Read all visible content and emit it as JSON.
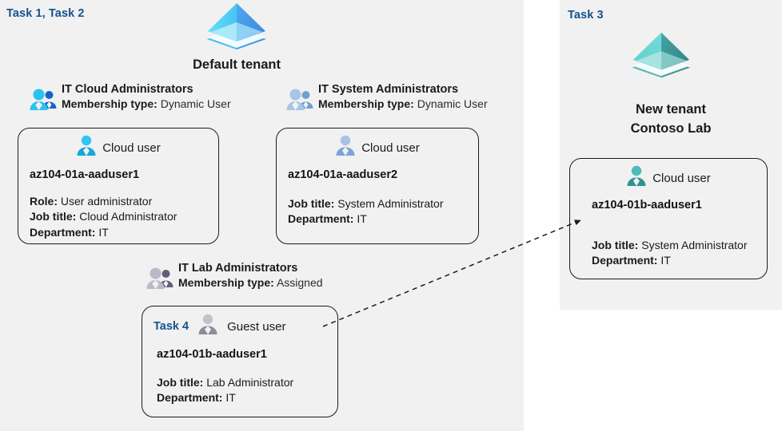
{
  "panels": {
    "left": {
      "task_label": "Task 1, Task 2"
    },
    "right": {
      "task_label": "Task 3"
    }
  },
  "tenants": [
    {
      "id": "default-tenant",
      "title": "Default tenant",
      "icon": "tenant-pyramid-icon",
      "colors": {
        "light": "#5ad8f7",
        "mid": "#4aa8ef",
        "dark": "#3b8ee0",
        "pale": "#a8e6f9"
      }
    },
    {
      "id": "new-tenant",
      "title_line1": "New  tenant",
      "title_line2": "Contoso Lab",
      "icon": "tenant-pyramid-icon",
      "colors": {
        "light": "#5ec9c6",
        "mid": "#3f9c9b",
        "dark": "#2f8180",
        "pale": "#9fdedd"
      }
    }
  ],
  "groups": [
    {
      "id": "it-cloud-administrators",
      "name": "IT Cloud Administrators",
      "membership_label": "Membership type:",
      "membership_value": "Dynamic User",
      "icon": "group-users-icon",
      "icon_colors": {
        "front": "#29c3ee",
        "back": "#1565c0"
      }
    },
    {
      "id": "it-system-administrators",
      "name": "IT System Administrators",
      "membership_label": "Membership type:",
      "membership_value": "Dynamic User",
      "icon": "group-users-icon",
      "icon_colors": {
        "front": "#a8c4e6",
        "back": "#6f9fd4"
      }
    },
    {
      "id": "it-lab-administrators",
      "name": "IT Lab Administrators",
      "membership_label": "Membership type:",
      "membership_value": "Assigned",
      "icon": "group-users-icon",
      "icon_colors": {
        "front": "#b9b9c8",
        "back": "#5f5f7a"
      }
    }
  ],
  "cards": [
    {
      "id": "card-aaduser1-a",
      "user_kind": "Cloud user",
      "icon": "cloud-user-icon",
      "icon_color_top": "#2fc6ef",
      "icon_color_bottom": "#12a9d8",
      "upn": "az104-01a-aaduser1",
      "inline_task": "",
      "attrs": [
        {
          "label": "Role:",
          "value": "User administrator"
        },
        {
          "label": "Job title:",
          "value": "Cloud Administrator"
        },
        {
          "label": "Department:",
          "value": "IT"
        }
      ]
    },
    {
      "id": "card-aaduser2-a",
      "user_kind": "Cloud user",
      "icon": "cloud-user-icon",
      "icon_color_top": "#a7c3e4",
      "icon_color_bottom": "#7ba4d6",
      "upn": "az104-01a-aaduser2",
      "inline_task": "",
      "attrs": [
        {
          "label": "Job title:",
          "value": "System Administrator"
        },
        {
          "label": "Department:",
          "value": "IT"
        }
      ]
    },
    {
      "id": "card-aaduser1-b-guest",
      "user_kind": "Guest user",
      "icon": "guest-user-icon",
      "icon_color_top": "#c2c2cc",
      "icon_color_bottom": "#8c8c9e",
      "upn": "az104-01b-aaduser1",
      "inline_task": "Task 4",
      "attrs": [
        {
          "label": "Job title:",
          "value": "Lab Administrator"
        },
        {
          "label": "Department:",
          "value": "IT"
        }
      ]
    },
    {
      "id": "card-aaduser1-b-cloud",
      "user_kind": "Cloud user",
      "icon": "cloud-user-icon",
      "icon_color_top": "#4cbcbb",
      "icon_color_bottom": "#2e9493",
      "upn": "az104-01b-aaduser1",
      "inline_task": "",
      "attrs": [
        {
          "label": "Job title:",
          "value": "System Administrator"
        },
        {
          "label": "Department:",
          "value": "IT"
        }
      ]
    }
  ],
  "connector": {
    "id": "guest-to-cloud-user-arrow",
    "style": "dashed",
    "color": "#1b1b1b",
    "from": "card-aaduser1-b-guest",
    "to": "card-aaduser1-b-cloud"
  },
  "colors": {
    "panel_bg": "#f1f1f1",
    "page_bg": "#ffffff",
    "task_blue": "#14538c",
    "card_border": "#1b1b1b",
    "text": "#1a1a1a"
  }
}
